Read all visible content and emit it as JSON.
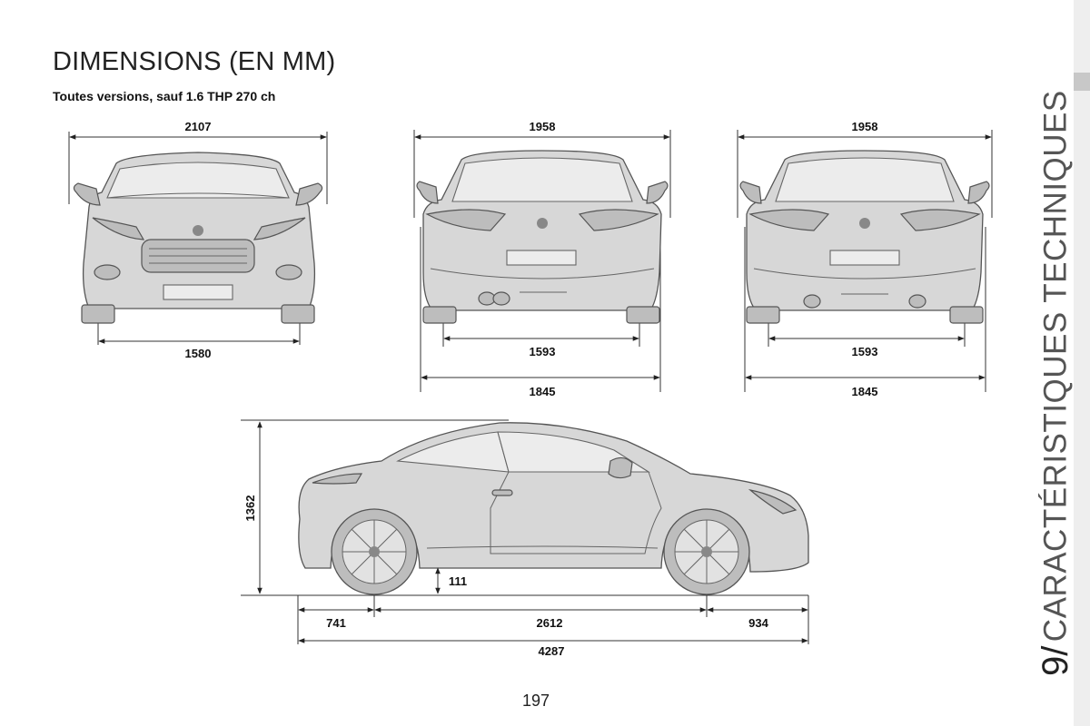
{
  "header": {
    "title": "DIMENSIONS (EN MM)",
    "subtitle": "Toutes versions, sauf 1.6 THP 270 ch"
  },
  "section": {
    "number": "9/",
    "title": "CARACTÉRISTIQUES TECHNIQUES"
  },
  "footer": {
    "page_number": "197"
  },
  "views": {
    "front": {
      "overall_width_mirrors": "2107",
      "track_front": "1580"
    },
    "rear_left": {
      "overall_width": "1958",
      "track_rear": "1593",
      "body_width": "1845"
    },
    "rear_right": {
      "overall_width": "1958",
      "track_rear": "1593",
      "body_width": "1845"
    },
    "side": {
      "height": "1362",
      "ground_clearance": "111",
      "front_overhang": "741",
      "wheelbase": "2612",
      "rear_overhang": "934",
      "overall_length": "4287"
    }
  },
  "colors": {
    "car_fill": "#d7d7d7",
    "sidebar": "#eeeeee"
  }
}
